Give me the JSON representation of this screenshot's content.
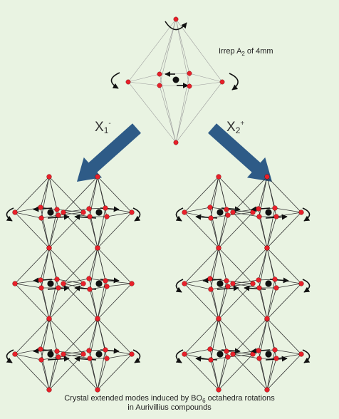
{
  "labels": {
    "irrep_prefix": "Irrep A",
    "irrep_sub": "2",
    "irrep_suffix": " of 4mm",
    "x1_main": "X",
    "x1_sub": "1",
    "x1_sup": "-",
    "x2_main": "X",
    "x2_sub": "2",
    "x2_sup": "+",
    "caption_line1_a": "Crystal extended modes induced by BO",
    "caption_line1_sub": "6",
    "caption_line1_b": " octahedra rotations",
    "caption_line2": "in Aurivillius compounds"
  },
  "colors": {
    "background": "#e9f3e2",
    "atom_red": "#e8202a",
    "atom_black": "#111111",
    "edge": "#333333",
    "thin_edge": "#9a9a9a",
    "big_arrow": "#2e5b87"
  }
}
